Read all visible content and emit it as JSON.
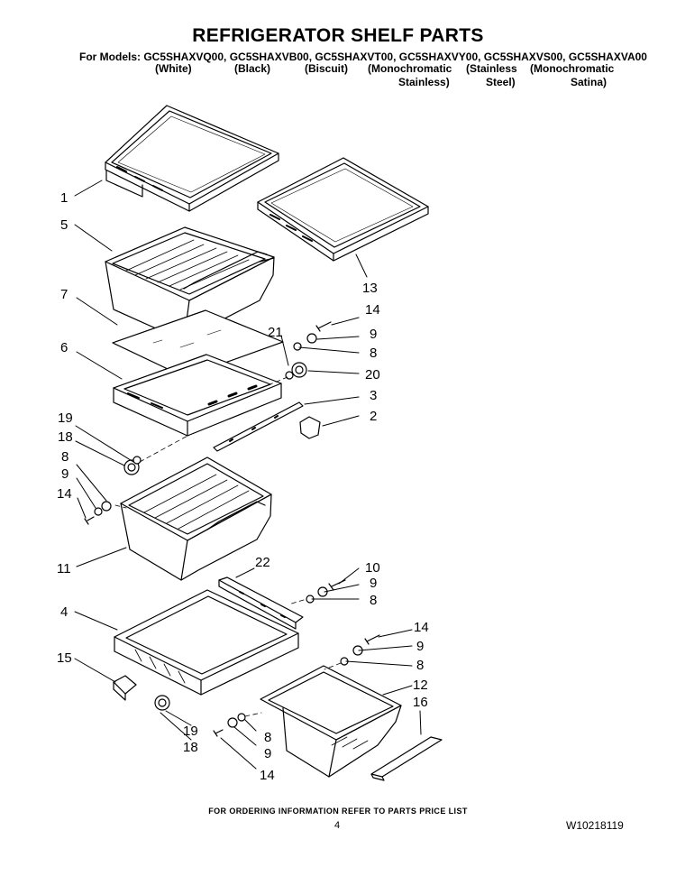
{
  "title": "REFRIGERATOR SHELF PARTS",
  "models_line": "For Models: GC5SHAXVQ00, GC5SHAXVB00, GC5SHAXVT00, GC5SHAXVY00, GC5SHAXVS00, GC5SHAXVA00",
  "finishes": {
    "white": "(White)",
    "black": "(Black)",
    "biscuit": "(Biscuit)",
    "mono_stainless_1": "(Monochromatic",
    "mono_stainless_2": "Stainless)",
    "stainless_1": "(Stainless",
    "stainless_2": "Steel)",
    "mono_satina_1": "(Monochromatic",
    "mono_satina_2": "Satina)"
  },
  "callouts": {
    "c1": "1",
    "c5": "5",
    "c7": "7",
    "c6": "6",
    "c13": "13",
    "c14a": "14",
    "c9a": "9",
    "c21": "21",
    "c8a": "8",
    "c20": "20",
    "c3": "3",
    "c2": "2",
    "c19a": "19",
    "c18a": "18",
    "c8b": "8",
    "c9b": "9",
    "c14b": "14",
    "c11": "11",
    "c22": "22",
    "c10": "10",
    "c9c": "9",
    "c8c": "8",
    "c4": "4",
    "c14c": "14",
    "c9d": "9",
    "c8d": "8",
    "c15": "15",
    "c12": "12",
    "c16": "16",
    "c19b": "19",
    "c18b": "18",
    "c8e": "8",
    "c9e": "9",
    "c14d": "14"
  },
  "footer": "FOR ORDERING INFORMATION REFER TO PARTS PRICE LIST",
  "page_number": "4",
  "doc_number": "W10218119"
}
